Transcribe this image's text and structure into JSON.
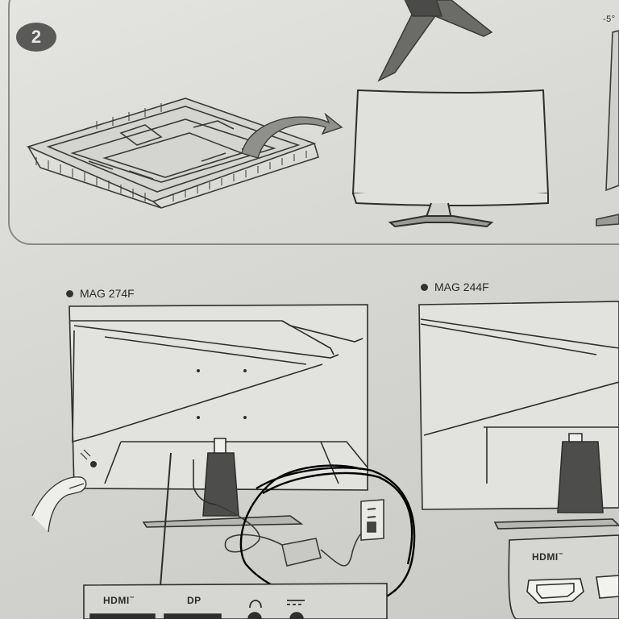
{
  "step": {
    "number": "2"
  },
  "top_scale_mark": "-5°",
  "models": [
    {
      "name": "MAG 274F"
    },
    {
      "name": "MAG 244F"
    }
  ],
  "ports_274f": {
    "hdmi": "HDMI",
    "tm": "™",
    "dp": "DP"
  },
  "ports_244f": {
    "hdmi": "HDMI",
    "tm": "™"
  },
  "colors": {
    "paper": "#dcdcd8",
    "ink": "#3a3a38",
    "bar": "#4f4f4d",
    "marker_circle": "#000000"
  }
}
